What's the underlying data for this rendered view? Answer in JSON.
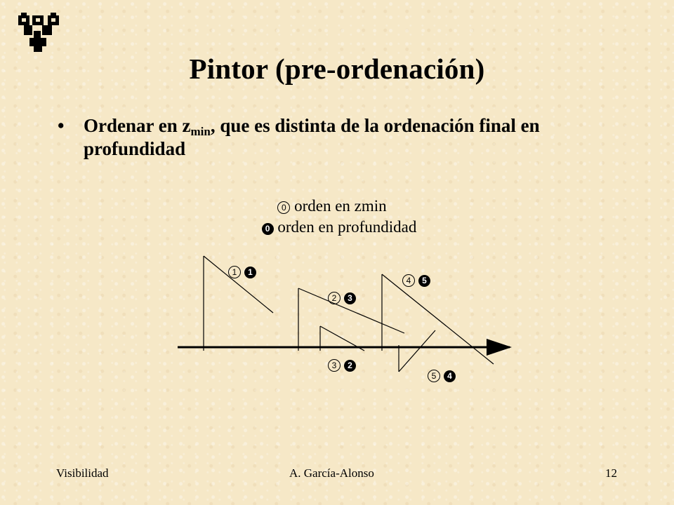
{
  "slide": {
    "title": "Pintor (pre-ordenación)",
    "bullet": {
      "text_before": "Ordenar en z",
      "subscript": "min",
      "text_after": ", que es distinta de la ordenación final en profundidad"
    },
    "legend": {
      "outline_symbol": "0",
      "outline_label": "orden en zmin",
      "filled_symbol": "0",
      "filled_label": "orden en profundidad"
    },
    "markers": [
      {
        "zmin": "1",
        "depth": "1"
      },
      {
        "zmin": "2",
        "depth": "3"
      },
      {
        "zmin": "3",
        "depth": "2"
      },
      {
        "zmin": "4",
        "depth": "5"
      },
      {
        "zmin": "5",
        "depth": "4"
      }
    ]
  },
  "footer": {
    "left": "Visibilidad",
    "center": "A. García-Alonso",
    "page_number": "12"
  },
  "colors": {
    "background": "#f6e8c7",
    "ink": "#000000"
  },
  "icons": {
    "logo": "university-shield-logo"
  }
}
